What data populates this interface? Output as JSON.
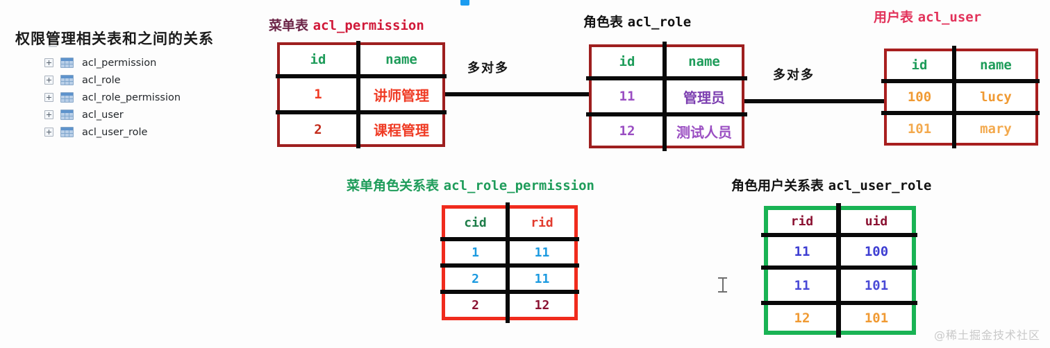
{
  "sidebar": {
    "heading": "权限管理相关表和之间的关系",
    "items": [
      {
        "label": "acl_permission",
        "icon": "table-icon",
        "expander": "plus-icon"
      },
      {
        "label": "acl_role",
        "icon": "table-icon",
        "expander": "plus-icon"
      },
      {
        "label": "acl_role_permission",
        "icon": "table-icon",
        "expander": "plus-icon"
      },
      {
        "label": "acl_user",
        "icon": "table-icon",
        "expander": "plus-icon"
      },
      {
        "label": "acl_user_role",
        "icon": "table-icon",
        "expander": "plus-icon"
      }
    ]
  },
  "diagram": {
    "connectors": [
      {
        "label": "多对多"
      },
      {
        "label": "多对多"
      }
    ],
    "tables": [
      {
        "id": "acl_permission",
        "title_cn": "菜单表",
        "title_en": "acl_permission",
        "title_cn_color": "#6b2346",
        "title_en_color": "#d01838",
        "border_color": "#9e1f1f",
        "headers": [
          "id",
          "name"
        ],
        "header_colors": [
          "#1e9c5a",
          "#1e9c5a"
        ],
        "rows": [
          {
            "cells": [
              "1",
              "讲师管理"
            ],
            "color": "#ef3b24"
          },
          {
            "cells": [
              "2",
              "课程管理"
            ],
            "color": "#ef3b24"
          }
        ]
      },
      {
        "id": "acl_role",
        "title_cn": "角色表",
        "title_en": "acl_role",
        "title_cn_color": "#111111",
        "title_en_color": "#111111",
        "border_color": "#9e1f1f",
        "headers": [
          "id",
          "name"
        ],
        "header_colors": [
          "#1e9c5a",
          "#1e9c5a"
        ],
        "rows": [
          {
            "cells": [
              "11",
              "管理员"
            ],
            "color": "#9a4ec2"
          },
          {
            "cells": [
              "12",
              "测试人员"
            ],
            "color": "#9a4ec2"
          }
        ]
      },
      {
        "id": "acl_user",
        "title_cn": "用户表",
        "title_en": "acl_user",
        "title_cn_color": "#e2325a",
        "title_en_color": "#e2325a",
        "border_color": "#a81f1f",
        "headers": [
          "id",
          "name"
        ],
        "header_colors": [
          "#1e9c5a",
          "#1e9c5a"
        ],
        "rows": [
          {
            "cells": [
              "100",
              "lucy"
            ],
            "color": "#f09a33"
          },
          {
            "cells": [
              "101",
              "mary"
            ],
            "color": "#f09a33"
          }
        ]
      },
      {
        "id": "acl_role_permission",
        "title_cn": "菜单角色关系表",
        "title_en": "acl_role_permission",
        "title_cn_color": "#1e9c5a",
        "title_en_color": "#1e9c5a",
        "border_color": "#f02b1d",
        "headers": [
          "cid",
          "rid"
        ],
        "header_colors": [
          "#1e7d49",
          "#e23b2e"
        ],
        "rows": [
          {
            "cells": [
              "1",
              "11"
            ],
            "color": "#1b9ae0"
          },
          {
            "cells": [
              "2",
              "11"
            ],
            "color": "#1b9ae0"
          },
          {
            "cells": [
              "2",
              "12"
            ],
            "color": "#8b1232"
          }
        ]
      },
      {
        "id": "acl_user_role",
        "title_cn": "角色用户关系表",
        "title_en": "acl_user_role",
        "title_cn_color": "#111111",
        "title_en_color": "#111111",
        "border_color": "#19b354",
        "headers": [
          "rid",
          "uid"
        ],
        "header_colors": [
          "#8b1232",
          "#8b1232"
        ],
        "rows": [
          {
            "cells": [
              "11",
              "100"
            ],
            "color": "#3e3ed2"
          },
          {
            "cells": [
              "11",
              "101"
            ],
            "color": "#3e3ed2"
          },
          {
            "cells": [
              "12",
              "101"
            ],
            "color": "#f09a33"
          }
        ]
      }
    ]
  },
  "watermark": "@稀土掘金技术社区"
}
